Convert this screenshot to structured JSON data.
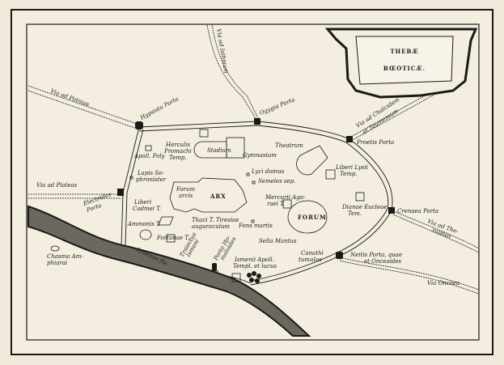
{
  "title": {
    "line1": "THEBÆ",
    "line2": "BŒOTICÆ."
  },
  "colors": {
    "paper": "#f3eee0",
    "ink": "#1b1a17",
    "river": "#4a4842",
    "mat": "#efe9d9"
  },
  "labels": {
    "via_potnias": "Via ad Potnias",
    "via_isthmum": "Via ad Isthmum",
    "hypsista": "Hypsista Porta",
    "ogygia": "Ogygia Porta",
    "via_chalcidem_1": "Via ad Chalcidem",
    "via_chalcidem_2": "et Teumessum",
    "proetis": "Proetis Porta",
    "herculis_1": "Herculis",
    "herculis_2": "Promachi",
    "herculis_3": "Temp.",
    "stadium": "Stadium",
    "theatrum": "Theatrum",
    "gymnasium": "Gymnasium",
    "apoll_poly": "Apoll. Poly",
    "lyci": "Lyci domus",
    "semeles": "Semeles sep.",
    "liberi_lysii_1": "Liberi Lysii",
    "liberi_lysii_2": "Temp.",
    "lapis_1": "Lapis So-",
    "lapis_2": "phronister",
    "via_plateas": "Via ad Plateas",
    "electrides_1": "Electrides",
    "electrides_2": "Porta",
    "forum_arcis_1": "Forum",
    "forum_arcis_2": "arcis",
    "arx": "ARX",
    "mercurii_1": "Mercurii Ago-",
    "mercurii_2": "raei T.",
    "liberi_cadmei_1": "Liberi",
    "liberi_cadmei_2": "Cadmei T.",
    "dianae_1": "Dianae Eucleae",
    "dianae_2": "Tem.",
    "crenaea": "Crenaea Porta",
    "via_therapnas_1": "Via ad The-",
    "via_therapnas_2": "rapnas",
    "forum": "FORUM",
    "ammonis": "Ammonis T.",
    "thaci_1": "Thaci T. Tiresiae",
    "thaci_2": "auguraculum",
    "fons": "Fons martis",
    "fortunae": "Fortunae T.",
    "chasma_1": "Chasma Am-",
    "chasma_2": "phiarai",
    "sella": "Sella Mantus",
    "ismenus": "Ismenus flu.",
    "traiectus_1": "Traiectus",
    "traiectus_2": "Ismeni",
    "homoloides_1": "Porta Ho-",
    "homoloides_2": "moloides",
    "canathi_1": "Canathi",
    "canathi_2": "tumulus",
    "ismenii_1": "Ismenii Apoll.",
    "ismenii_2": "Templ. et lucus",
    "neitis_1": "Neitis Porta, quae",
    "neitis_2": "et Onceaides",
    "via_oncaea": "Via Oncaea"
  }
}
